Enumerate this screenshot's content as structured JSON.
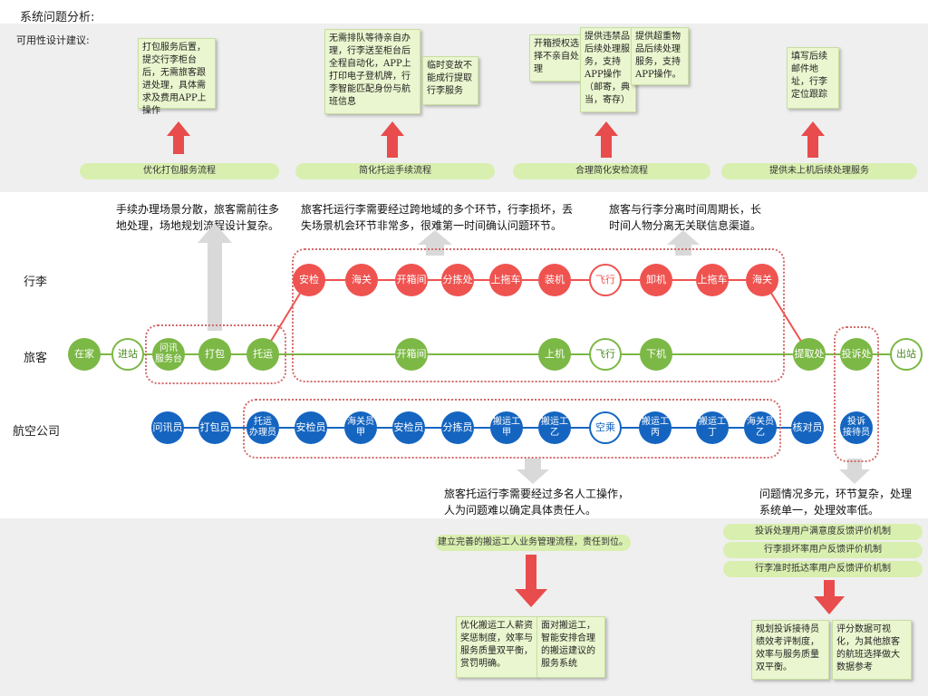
{
  "page": {
    "title": "系统问题分析:",
    "subtitle": "可用性设计建议:"
  },
  "suggestions": [
    {
      "text": "打包服务后置，提交行李柜台后，无需旅客跟进处理，具体需求及费用APP上操作"
    },
    {
      "text": "无需排队等待亲自办理，行李送至柜台后全程自动化，APP上打印电子登机牌，行李智能匹配身份与航班信息"
    },
    {
      "text": "临时变故不能成行提取行李服务"
    },
    {
      "text": "开箱授权选择不亲自处理"
    },
    {
      "text": "提供违禁品后续处理服务，支持APP操作（邮寄，典当，寄存）"
    },
    {
      "text": "提供超重物品后续处理服务，支持APP操作。"
    },
    {
      "text": "填写后续邮件地址，行李定位跟踪"
    }
  ],
  "proposals": [
    "优化打包服务流程",
    "简化托运手续流程",
    "合理简化安检流程",
    "提供未上机后续处理服务"
  ],
  "problems": {
    "p1": "手续办理场景分散，旅客需前往多地处理，场地规划流程设计复杂。",
    "p2": "旅客托运行李需要经过跨地域的多个环节，行李损坏，丢失场景机会环节非常多，很难第一时间确认问题环节。",
    "p3": "旅客与行李分离时间周期长，长时间人物分离无关联信息渠道。",
    "p4": "旅客托运行李需要经过多名人工操作，人为问题难以确定具体责任人。",
    "p5": "问题情况多元，环节复杂，处理系统单一，处理效率低。"
  },
  "rows": {
    "luggage": "行李",
    "passenger": "旅客",
    "airline": "航空公司"
  },
  "luggage_nodes": [
    "安检",
    "海关",
    "开箱间",
    "分拣处",
    "上拖车",
    "装机",
    "飞行",
    "卸机",
    "上拖车",
    "海关"
  ],
  "passenger_nodes": [
    "在家",
    "进站",
    "问讯\n服务台",
    "打包",
    "托运",
    "开箱间",
    "上机",
    "飞行",
    "下机",
    "提取处",
    "投诉处",
    "出站"
  ],
  "airline_nodes": [
    "问讯员",
    "打包员",
    "托运\n办理员",
    "安检员",
    "海关员\n甲",
    "安检员",
    "分拣员",
    "搬运工\n甲",
    "搬运工\n乙",
    "空乘",
    "搬运工\n丙",
    "搬运工\n丁",
    "海关员\n乙",
    "核对员",
    "投诉\n接待员"
  ],
  "bottom": {
    "pill": "建立完善的搬运工人业务管理流程，责任到位。",
    "notes": [
      "优化搬运工人薪资奖惩制度，效率与服务质量双平衡，赏罚明确。",
      "面对搬运工，智能安排合理的搬运建议的服务系统"
    ],
    "mechanisms": [
      "投诉处理用户满意度反馈评价机制",
      "行李损坏率用户反馈评价机制",
      "行李准时抵达率用户反馈评价机制"
    ],
    "notes2": [
      "规划投诉接待员绩效考评制度，效率与服务质量双平衡。",
      "评分数据可视化，为其他旅客的航班选择做大数据参考"
    ]
  },
  "colors": {
    "red": "#ef5350",
    "green": "#7cb845",
    "blue": "#1565c0",
    "arrow": "#e84c4c"
  }
}
